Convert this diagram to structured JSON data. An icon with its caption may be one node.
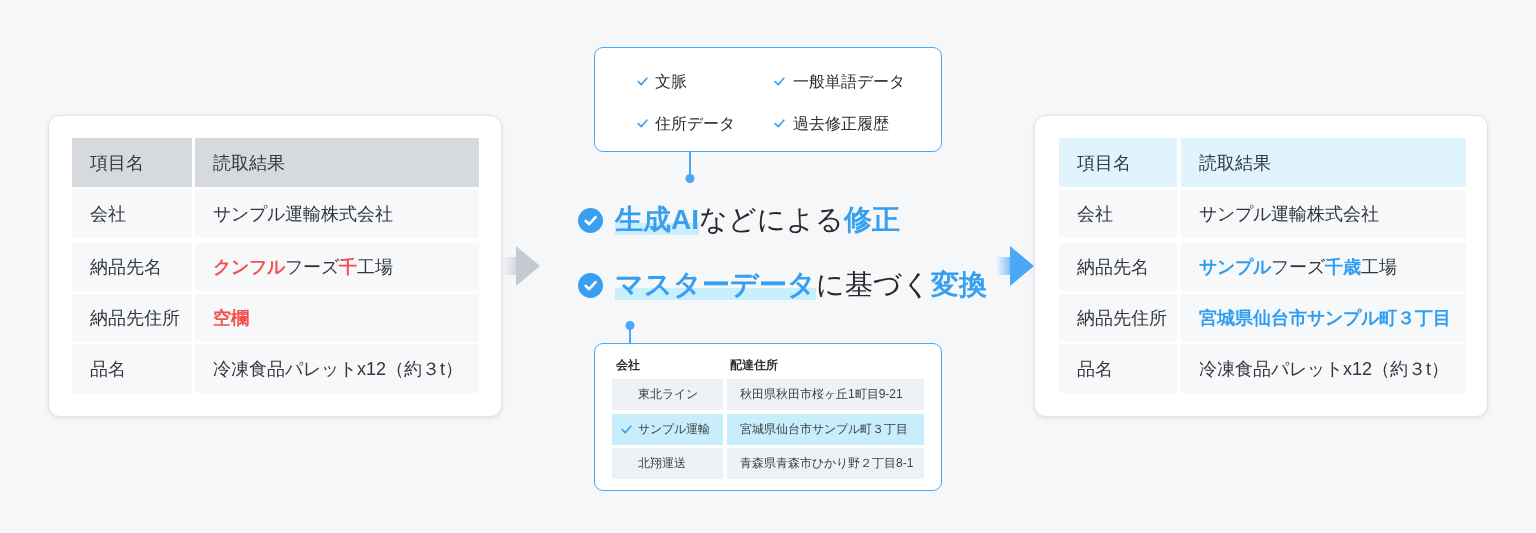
{
  "diagram": {
    "nodes": [
      {
        "text": [],
        "shape": "box"
      },
      {
        "text": [
          "項目名"
        ],
        "in": 0
      },
      {
        "text": [
          "読取結果"
        ],
        "in": 0
      },
      {
        "text": [
          "会社"
        ],
        "in": 0
      },
      {
        "text": [
          "サンプル運輸株式会社"
        ],
        "in": 0
      },
      {
        "text": [
          "納品先名"
        ],
        "in": 0
      },
      {
        "text": [
          "**クンフル**フーズ**千**工場"
        ],
        "in": 0
      },
      {
        "text": [
          "納品先住所"
        ],
        "in": 0
      },
      {
        "text": [
          "空欄"
        ],
        "in": 0
      },
      {
        "text": [
          "品名"
        ],
        "in": 0
      },
      {
        "text": [
          "冷凍食品パレットx12（約３t）"
        ],
        "in": 0
      },
      {
        "text": [
          "文脈",
          "一般単語データ",
          "住所データ",
          "過去修正履歴"
        ]
      },
      {
        "text": [
          "**生成AI**などによる**修正**",
          "**マスターデータ**に基づく**変換**"
        ]
      },
      {
        "text": [
          "会社",
          "配達住所"
        ]
      },
      {
        "text": [
          "東北ライン"
        ],
        "in": 13
      },
      {
        "text": [
          "秋田県秋田市桜ヶ丘1町目9-21"
        ],
        "in": 13
      },
      {
        "text": [
          "サンプル運輸"
        ],
        "in": 13
      },
      {
        "text": [
          "宮城県仙台市サンプル町３丁目"
        ],
        "in": 13
      },
      {
        "text": [
          "北翔運送"
        ],
        "in": 13
      },
      {
        "text": [
          "青森県青森市ひかり野２丁目8-1"
        ],
        "in": 13
      },
      {
        "text": [],
        "shape": "box"
      },
      {
        "text": [
          "項目名"
        ],
        "in": 20
      },
      {
        "text": [
          "読取結果"
        ],
        "in": 20
      },
      {
        "text": [
          "会社"
        ],
        "in": 20
      },
      {
        "text": [
          "サンプル運輸株式会社"
        ],
        "in": 20
      },
      {
        "text": [
          "納品先名"
        ],
        "in": 20
      },
      {
        "text": [
          "**サンプル**フーズ**千歳**工場"
        ],
        "in": 20
      },
      {
        "text": [
          "納品先住所"
        ],
        "in": 20
      },
      {
        "text": [
          "宮城県仙台市サンプル町３丁目"
        ],
        "in": 20
      },
      {
        "text": [
          "品名"
        ],
        "in": 20
      },
      {
        "text": [
          "冷凍食品パレットx12（約３t）"
        ],
        "in": 20
      }
    ],
    "edges": [
      {
        "from": 0,
        "to": 12,
        "arrow": "to",
        "style": "thick",
        "color": "#c3cad2"
      },
      {
        "from": 12,
        "to": 20,
        "arrow": "to",
        "style": "thick"
      },
      {
        "from": 11,
        "to": 12,
        "arrow": "other"
      },
      {
        "from": 13,
        "to": 12,
        "arrow": "other"
      }
    ]
  }
}
